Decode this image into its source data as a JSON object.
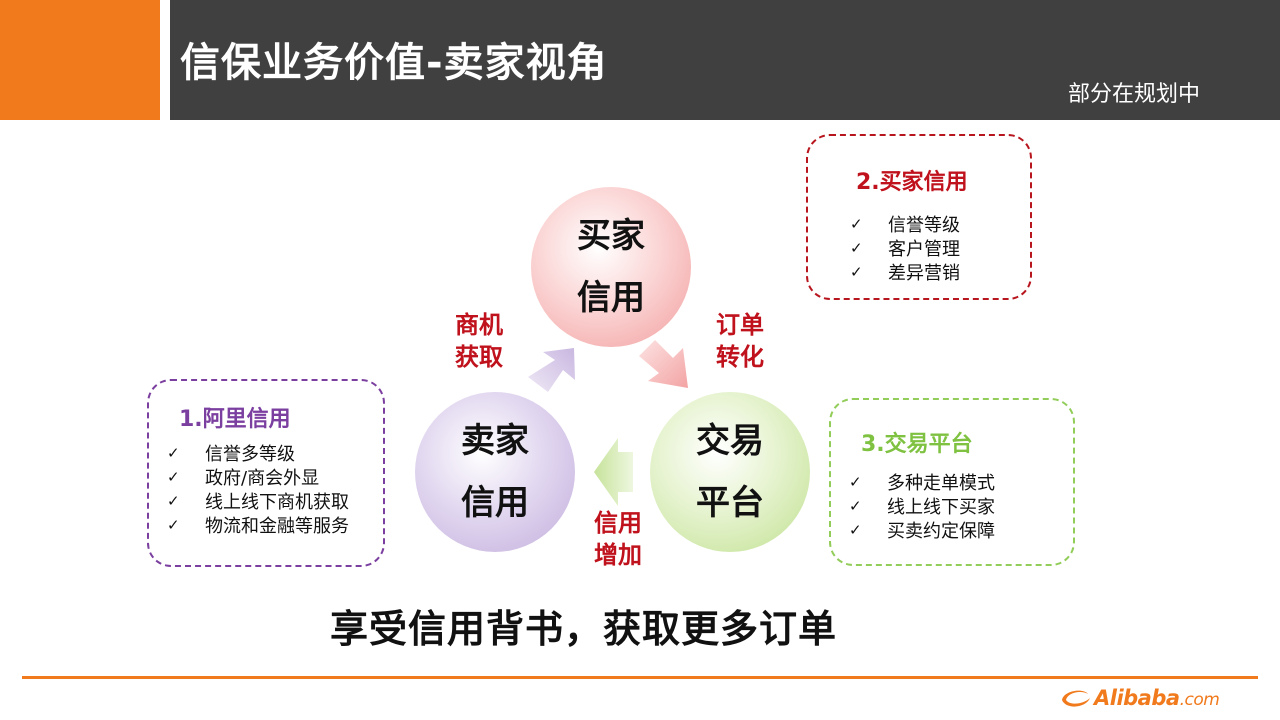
{
  "header": {
    "title": "信保业务价值-卖家视角",
    "note": "部分在规划中"
  },
  "cycle": {
    "buyer": {
      "line1": "买家",
      "line2": "信用"
    },
    "seller": {
      "line1": "卖家",
      "line2": "信用"
    },
    "trade": {
      "line1": "交易",
      "line2": "平台"
    },
    "arrow_opportunity": {
      "line1": "商机",
      "line2": "获取"
    },
    "arrow_order": {
      "line1": "订单",
      "line2": "转化"
    },
    "arrow_credit": {
      "line1": "信用",
      "line2": "增加"
    }
  },
  "boxes": {
    "buyer_credit": {
      "title": "2.买家信用",
      "items": [
        "信誉等级",
        "客户管理",
        "差异营销"
      ]
    },
    "ali_credit": {
      "title": "1.阿里信用",
      "items": [
        "信誉多等级",
        "政府/商会外显",
        "线上线下商机获取",
        "物流和金融等服务"
      ]
    },
    "trade_platform": {
      "title": "3.交易平台",
      "items": [
        "多种走单模式",
        "线上线下买家",
        "买卖约定保障"
      ]
    }
  },
  "check_mark": "✓",
  "slogan": "享受信用背书，获取更多订单",
  "footer": {
    "logo_main": "Alibaba",
    "logo_suffix": ".com"
  },
  "colors": {
    "accent_orange": "#f07a1c",
    "header_gray": "#404040",
    "red": "#c0121c",
    "purple": "#7b3fa0",
    "green": "#7fc241"
  }
}
